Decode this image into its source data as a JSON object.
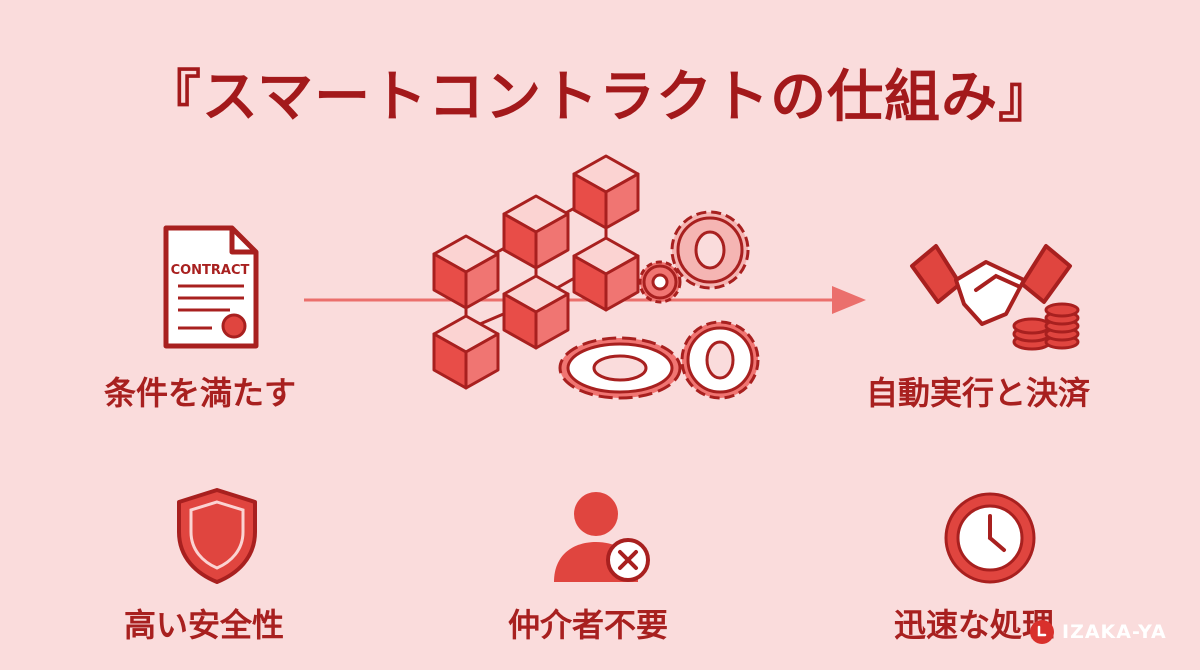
{
  "title": "『スマートコントラクトの仕組み』",
  "steps": {
    "input": {
      "label": "条件を満たす",
      "doc_text": "CONTRACT"
    },
    "output": {
      "label": "自動実行と決済"
    }
  },
  "benefits": [
    {
      "label": "高い安全性",
      "icon": "shield-icon"
    },
    {
      "label": "仲介者不要",
      "icon": "person-remove-icon"
    },
    {
      "label": "迅速な処理",
      "icon": "clock-icon"
    }
  ],
  "brand": {
    "text": "IZAKA-YA"
  },
  "colors": {
    "background": "#fadcdc",
    "primary": "#d9302c",
    "dark": "#a3191b",
    "light": "#f08583"
  }
}
